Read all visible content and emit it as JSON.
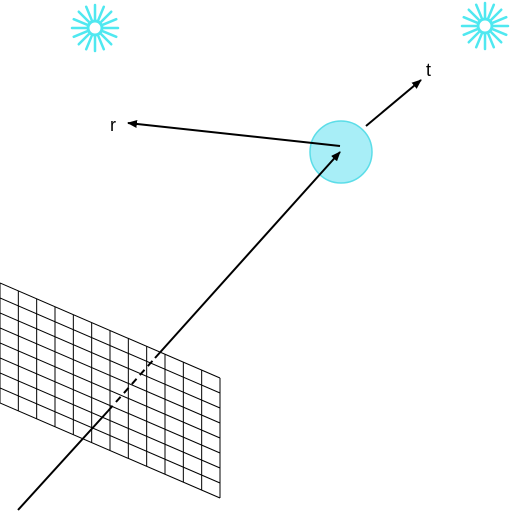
{
  "labels": {
    "reflected_ray": "r",
    "transmitted_ray": "t"
  },
  "icons": {
    "light_sources": [
      "light-source-icon",
      "light-source-icon"
    ],
    "object": "sphere-icon",
    "screen": "image-plane-grid"
  },
  "image_plane": {
    "columns": 12,
    "rows": 8
  },
  "colors": {
    "light_source": "#4fe8f0",
    "sphere_fill": "#a8eef7",
    "sphere_stroke": "#5cdde8",
    "ray": "#000000",
    "grid": "#000000",
    "background": "#ffffff"
  }
}
